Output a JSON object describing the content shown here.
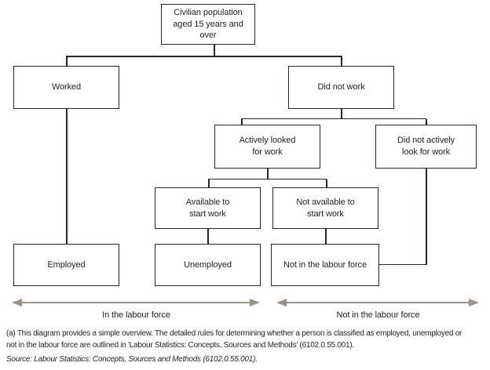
{
  "diagram": {
    "nodes": {
      "civilian": {
        "label": "Civilian population\naged 15 years and\nover"
      },
      "worked": {
        "label": "Worked"
      },
      "did_not_work": {
        "label": "Did not work"
      },
      "actively_looked": {
        "label": "Actively looked\nfor work"
      },
      "did_not_actively": {
        "label": "Did not actively\nlook for work"
      },
      "available": {
        "label": "Available to\nstart work"
      },
      "not_available": {
        "label": "Not available to\nstart work"
      },
      "employed": {
        "label": "Employed"
      },
      "unemployed": {
        "label": "Unemployed"
      },
      "not_in_labour_force": {
        "label": "Not in the labour force"
      }
    },
    "edges": [
      [
        "civilian",
        "worked"
      ],
      [
        "civilian",
        "did_not_work"
      ],
      [
        "did_not_work",
        "actively_looked"
      ],
      [
        "did_not_work",
        "did_not_actively"
      ],
      [
        "actively_looked",
        "available"
      ],
      [
        "actively_looked",
        "not_available"
      ],
      [
        "worked",
        "employed"
      ],
      [
        "available",
        "unemployed"
      ],
      [
        "not_available",
        "not_in_labour_force"
      ],
      [
        "did_not_actively",
        "not_in_labour_force"
      ]
    ],
    "range_labels": {
      "in_labour_force": "In the labour force",
      "not_in_labour_force": "Not in the labour force"
    },
    "footnote": "(a) This diagram provides a simple overview. The detailed rules for determining whether a person is classified as employed, unemployed or\nnot in the labour force are outlined in 'Labour Statistics: Concepts, Sources and Methods' (6102.0.55.001).",
    "source": "Source: Labour Statistics: Concepts, Sources and Methods (6102.0.55.001)."
  },
  "colors": {
    "line": "#2b2523",
    "text": "#231f20",
    "arrow": "#9a9189"
  }
}
